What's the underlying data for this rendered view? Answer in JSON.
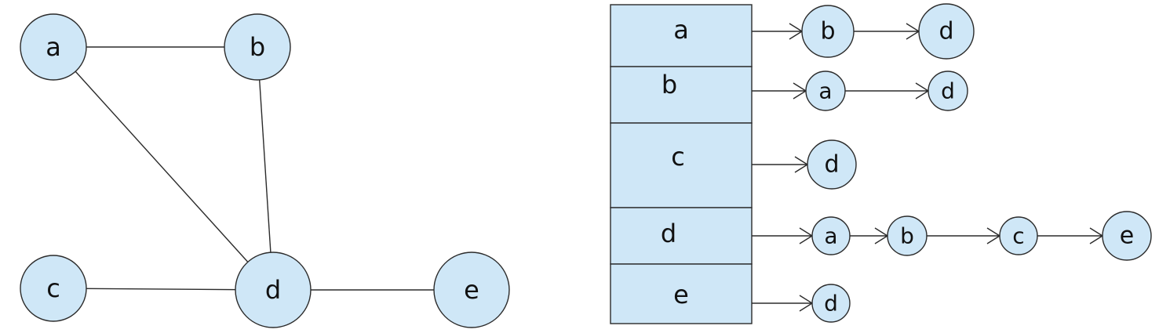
{
  "graph": {
    "nodes": [
      "a",
      "b",
      "c",
      "d",
      "e"
    ],
    "edges": [
      [
        "a",
        "b"
      ],
      [
        "a",
        "d"
      ],
      [
        "b",
        "d"
      ],
      [
        "c",
        "d"
      ],
      [
        "d",
        "e"
      ]
    ]
  },
  "adjacency_list": [
    {
      "vertex": "a",
      "neighbors": [
        "b",
        "d"
      ]
    },
    {
      "vertex": "b",
      "neighbors": [
        "a",
        "d"
      ]
    },
    {
      "vertex": "c",
      "neighbors": [
        "d"
      ]
    },
    {
      "vertex": "d",
      "neighbors": [
        "a",
        "b",
        "c",
        "e"
      ]
    },
    {
      "vertex": "e",
      "neighbors": [
        "d"
      ]
    }
  ],
  "colors": {
    "node_fill": "#cfe7f7",
    "stroke": "#2b2b2b"
  }
}
